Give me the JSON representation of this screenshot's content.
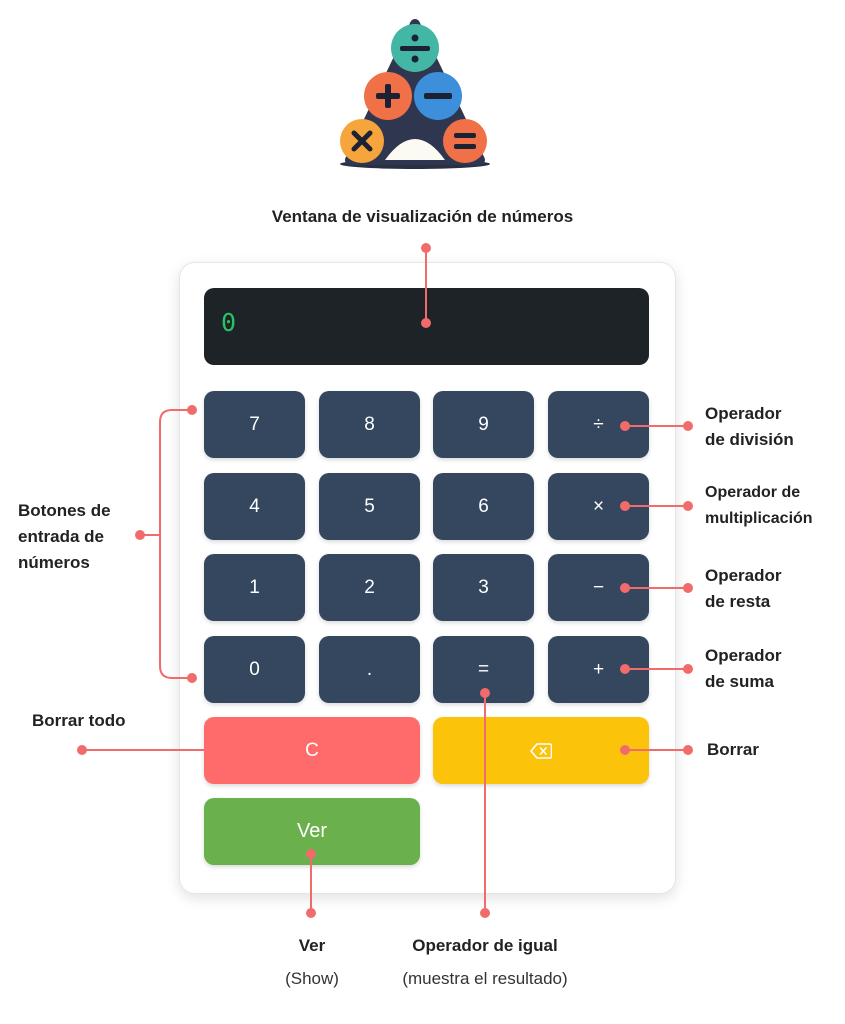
{
  "display": {
    "value": "0"
  },
  "keypad": {
    "rows": [
      [
        "7",
        "8",
        "9",
        "÷"
      ],
      [
        "4",
        "5",
        "6",
        "×"
      ],
      [
        "1",
        "2",
        "3",
        "−"
      ],
      [
        "0",
        ".",
        "=",
        "+"
      ]
    ],
    "clear_label": "C",
    "show_label": "Ver"
  },
  "annotations": {
    "display_window": "Ventana de visualización de números",
    "number_buttons": [
      "Botones de",
      "entrada de",
      "números"
    ],
    "division": [
      "Operador",
      "de división"
    ],
    "multiplication": [
      "Operador de",
      "multiplicación"
    ],
    "subtraction": [
      "Operador",
      "de resta"
    ],
    "addition": [
      "Operador",
      "de suma"
    ],
    "clear_all": "Borrar todo",
    "backspace": "Borrar",
    "show_title": "Ver",
    "show_sub": "(Show)",
    "equals_title": "Operador de igual",
    "equals_sub": "(muestra el resultado)"
  },
  "colors": {
    "accent": "#f26b6b",
    "number_button": "#34475f",
    "clear_button": "#ff6b6b",
    "backspace_button": "#fcc30b",
    "show_button": "#6ab04c",
    "display_bg": "#1d2326",
    "display_text": "#27c264"
  },
  "icons": {
    "logo": "calculator-operators-logo",
    "backspace": "backspace-icon"
  }
}
